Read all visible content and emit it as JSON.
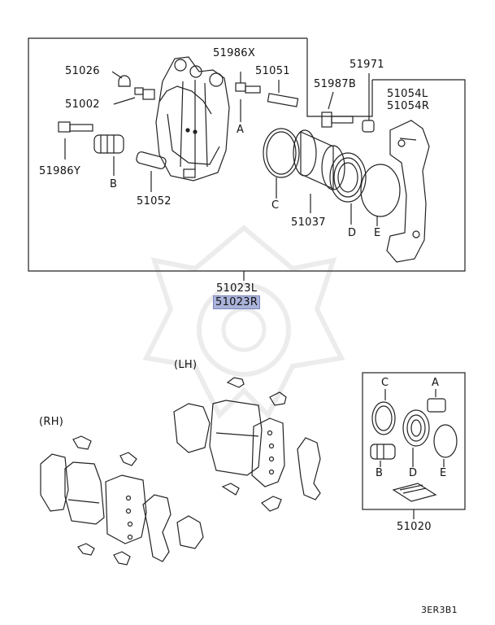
{
  "diagram_code": "3ER3B1",
  "group_labels": {
    "lh": "(LH)",
    "rh": "(RH)"
  },
  "caliper_assembly": {
    "part_left": "51023L",
    "part_right": "51023R",
    "highlighted": "51023R",
    "highlight_color": "#aab3d9"
  },
  "parts": {
    "p51026": "51026",
    "p51002": "51002",
    "p51986x": "51986X",
    "p51051": "51051",
    "p51971": "51971",
    "p51987b": "51987B",
    "p51054l": "51054L",
    "p51054r": "51054R",
    "p51986y": "51986Y",
    "p51052": "51052",
    "p51037": "51037",
    "p51020": "51020"
  },
  "callouts": {
    "a": "A",
    "b": "B",
    "c": "C",
    "d": "D",
    "e": "E",
    "kit_a": "A",
    "kit_b": "B",
    "kit_c": "C",
    "kit_d": "D",
    "kit_e": "E"
  }
}
